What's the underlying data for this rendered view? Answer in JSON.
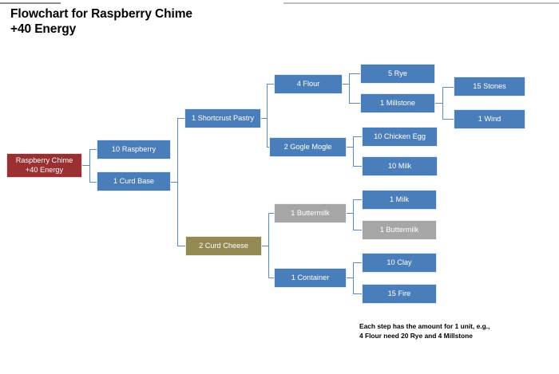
{
  "page": {
    "title": "Flowchart for Raspberry Chime\n+40 Energy",
    "footnote": "Each step has the amount for 1 unit, e.g.,\n4 Flour need 20 Rye and 4 Millstone"
  },
  "colors": {
    "blue": "#4a7ebb",
    "red": "#9b3033",
    "olive": "#948a54",
    "gray": "#a6a6a6",
    "connector": "#5b8bc4",
    "rule_left": "#8c8c8c",
    "rule_right": "#bfbfbf",
    "text": "#ffffff"
  },
  "nodes": {
    "root": "Raspberry Chime\n+40 Energy",
    "raspberry": "10 Raspberry",
    "curd_base": "1 Curd Base",
    "shortcrust_pastry": "1 Shortcrust Pastry",
    "curd_cheese": "2 Curd Cheese",
    "flour": "4 Flour",
    "gogle_mogle": "2 Gogle Mogle",
    "rye": "5 Rye",
    "millstone": "1 Millstone",
    "stones": "15 Stones",
    "wind": "1 Wind",
    "chicken_egg": "10 Chicken Egg",
    "milk10": "10 Milk",
    "buttermilk_parent": "1 Buttermilk",
    "milk1": "1 Milk",
    "buttermilk_child": "1 Buttermilk",
    "container": "1 Container",
    "clay": "10 Clay",
    "fire": "15 Fire"
  },
  "chart_data": {
    "type": "diagram",
    "title": "Flowchart for Raspberry Chime +40 Energy",
    "note": "Each step has the amount for 1 unit, e.g., 4 Flour need 20 Rye and 4 Millstone",
    "tree": {
      "label": "Raspberry Chime +40 Energy",
      "color": "#9b3033",
      "children": [
        {
          "label": "10 Raspberry",
          "color": "#4a7ebb",
          "children": []
        },
        {
          "label": "1 Curd Base",
          "color": "#4a7ebb",
          "children": [
            {
              "label": "1 Shortcrust Pastry",
              "color": "#4a7ebb",
              "children": [
                {
                  "label": "4 Flour",
                  "color": "#4a7ebb",
                  "children": [
                    {
                      "label": "5 Rye",
                      "color": "#4a7ebb",
                      "children": []
                    },
                    {
                      "label": "1 Millstone",
                      "color": "#4a7ebb",
                      "children": [
                        {
                          "label": "15 Stones",
                          "color": "#4a7ebb",
                          "children": []
                        },
                        {
                          "label": "1 Wind",
                          "color": "#4a7ebb",
                          "children": []
                        }
                      ]
                    }
                  ]
                },
                {
                  "label": "2 Gogle Mogle",
                  "color": "#4a7ebb",
                  "children": [
                    {
                      "label": "10 Chicken Egg",
                      "color": "#4a7ebb",
                      "children": []
                    },
                    {
                      "label": "10 Milk",
                      "color": "#4a7ebb",
                      "children": []
                    }
                  ]
                }
              ]
            },
            {
              "label": "2 Curd Cheese",
              "color": "#948a54",
              "children": [
                {
                  "label": "1 Buttermilk",
                  "color": "#a6a6a6",
                  "children": [
                    {
                      "label": "1 Milk",
                      "color": "#4a7ebb",
                      "children": []
                    },
                    {
                      "label": "1 Buttermilk",
                      "color": "#a6a6a6",
                      "children": []
                    }
                  ]
                },
                {
                  "label": "1 Container",
                  "color": "#4a7ebb",
                  "children": [
                    {
                      "label": "10 Clay",
                      "color": "#4a7ebb",
                      "children": []
                    },
                    {
                      "label": "15 Fire",
                      "color": "#4a7ebb",
                      "children": []
                    }
                  ]
                }
              ]
            }
          ]
        }
      ]
    }
  }
}
